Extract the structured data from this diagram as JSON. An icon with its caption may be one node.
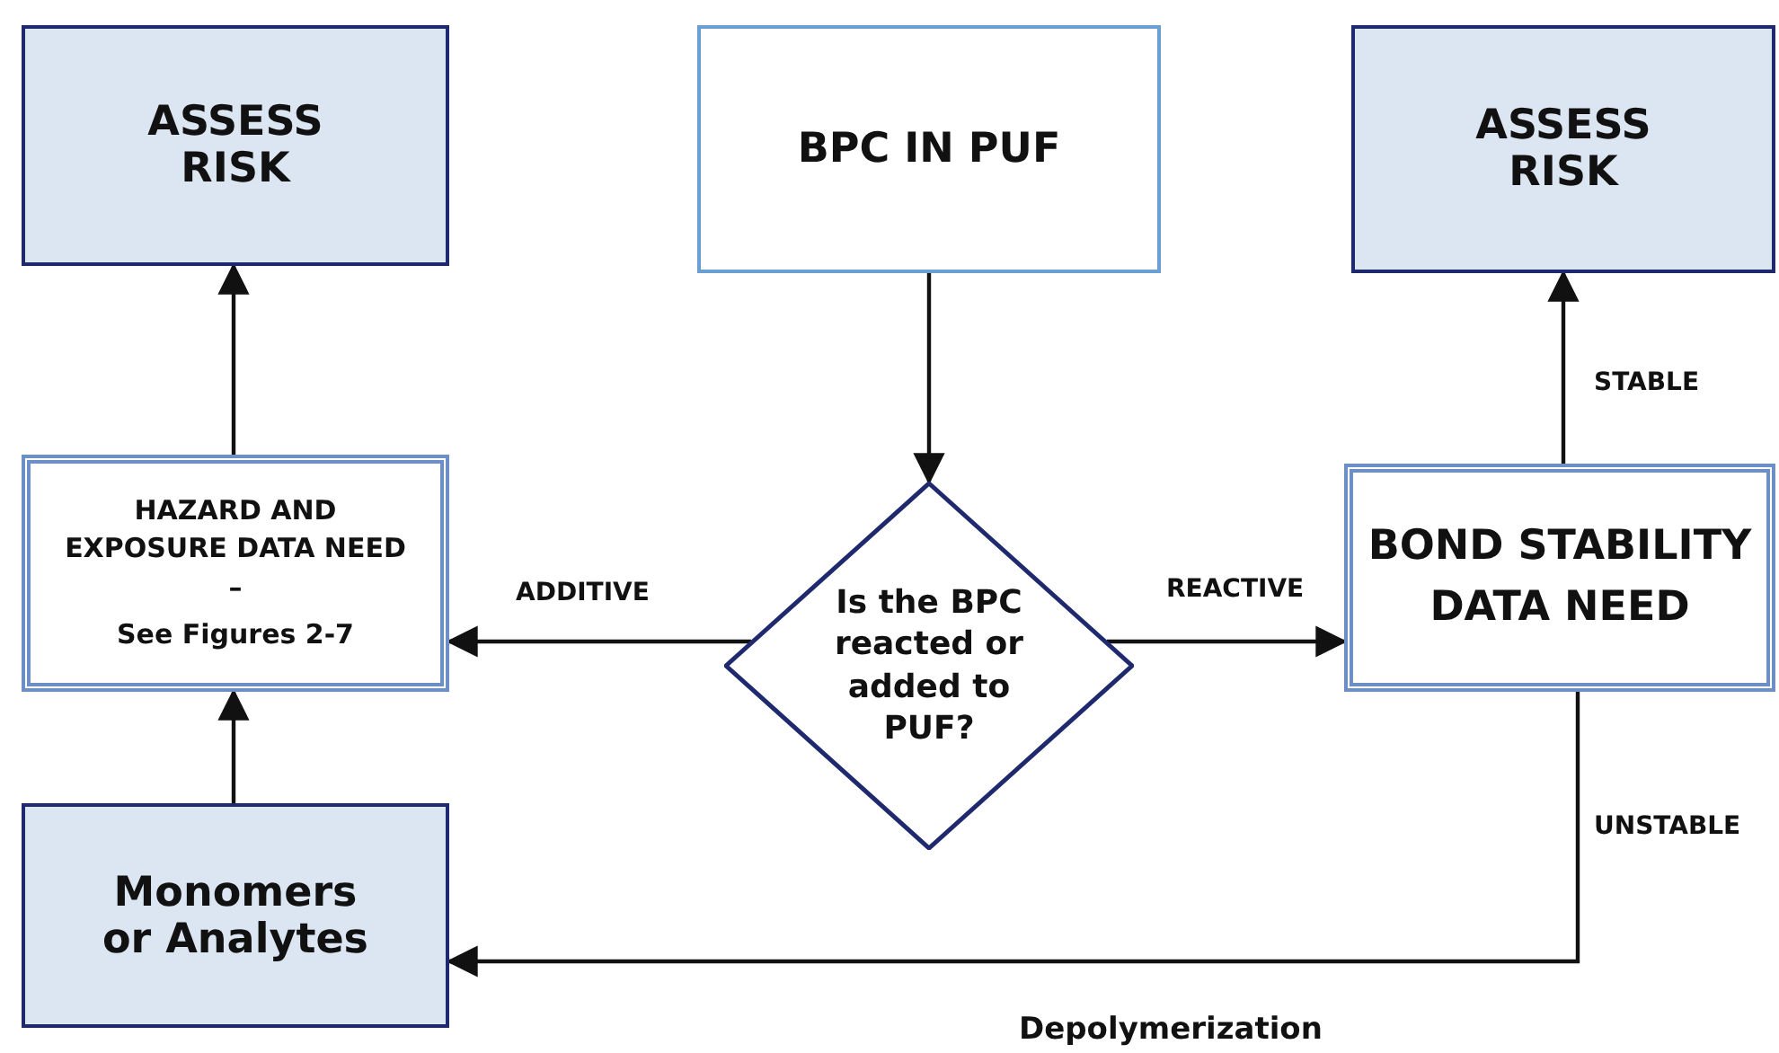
{
  "diagram": {
    "nodes": [
      {
        "text": [
          "ASSESS RISK"
        ]
      },
      {
        "text": [
          "BPC IN PUF"
        ]
      },
      {
        "text": [
          "ASSESS RISK"
        ]
      },
      {
        "text": [
          "HAZARD AND EXPOSURE DATA NEED –",
          "See Figures 2-7"
        ]
      },
      {
        "text": [
          "Is the BPC reacted or added to PUF?"
        ]
      },
      {
        "text": [
          "BOND STABILITY DATA NEED"
        ]
      },
      {
        "text": [
          "Monomers or Analytes"
        ]
      }
    ],
    "edges": [
      {
        "from": 1,
        "to": 4,
        "arrow": "to"
      },
      {
        "from": 4,
        "to": 3,
        "arrow": "to",
        "label": "ADDITIVE"
      },
      {
        "from": 4,
        "to": 5,
        "arrow": "to",
        "label": "REACTIVE"
      },
      {
        "from": 3,
        "to": 0,
        "arrow": "to"
      },
      {
        "from": 5,
        "to": 2,
        "arrow": "to",
        "label": "STABLE"
      },
      {
        "from": 5,
        "to": 6,
        "arrow": "to",
        "label": "UNSTABLE"
      },
      {
        "from": 6,
        "to": 3,
        "arrow": "to"
      }
    ],
    "labels": [
      "Depolymerization"
    ]
  }
}
